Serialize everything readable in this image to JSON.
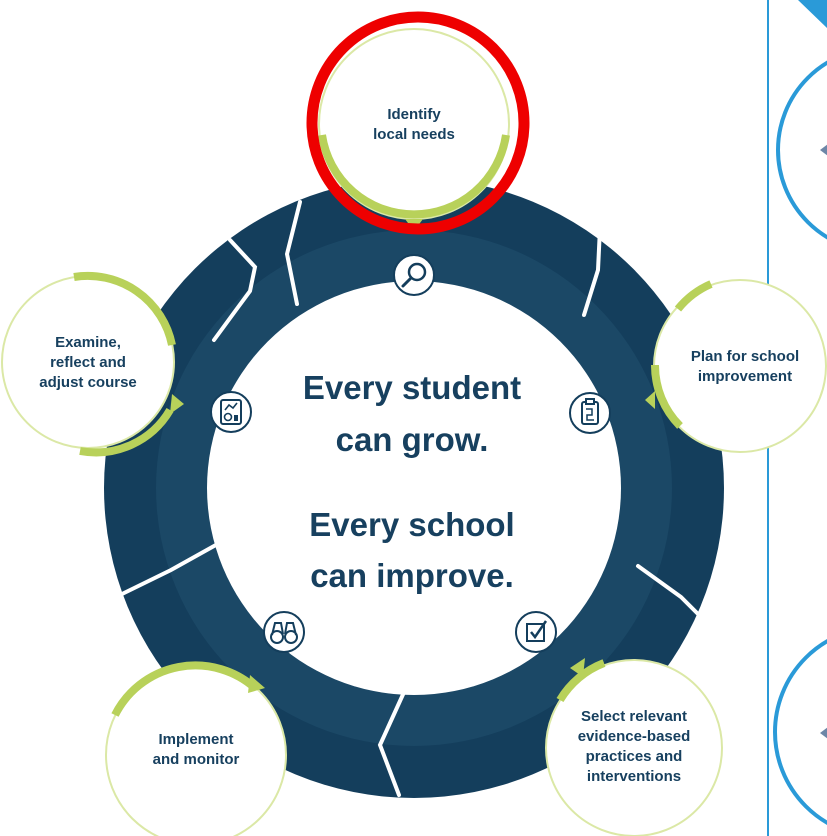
{
  "diagram": {
    "center": {
      "line1": "Every student",
      "line2": "can grow.",
      "line3": "Every school",
      "line4": "can improve."
    },
    "steps": [
      {
        "line1": "Identify",
        "line2": "local needs",
        "icon": "magnifier-icon"
      },
      {
        "line1": "Plan for school",
        "line2": "improvement",
        "icon": "clipboard-plan-icon"
      },
      {
        "line1": "Select relevant",
        "line2": "evidence-based",
        "line3": "practices and",
        "line4": "interventions",
        "icon": "checkbox-icon"
      },
      {
        "line1": "Implement",
        "line2": "and monitor",
        "icon": "binoculars-icon"
      },
      {
        "line1": "Examine,",
        "line2": "reflect and",
        "line3": "adjust course",
        "icon": "chart-report-icon"
      }
    ],
    "highlight": "red-circle-annotation"
  },
  "colors": {
    "ring_outer": "#143e5c",
    "ring_inner": "#1b4866",
    "segment_line": "#ffffff",
    "accent_green": "#b8d15a",
    "text": "#17405f",
    "annotation_red": "#ee0000",
    "side_blue": "#2a9ad8"
  }
}
